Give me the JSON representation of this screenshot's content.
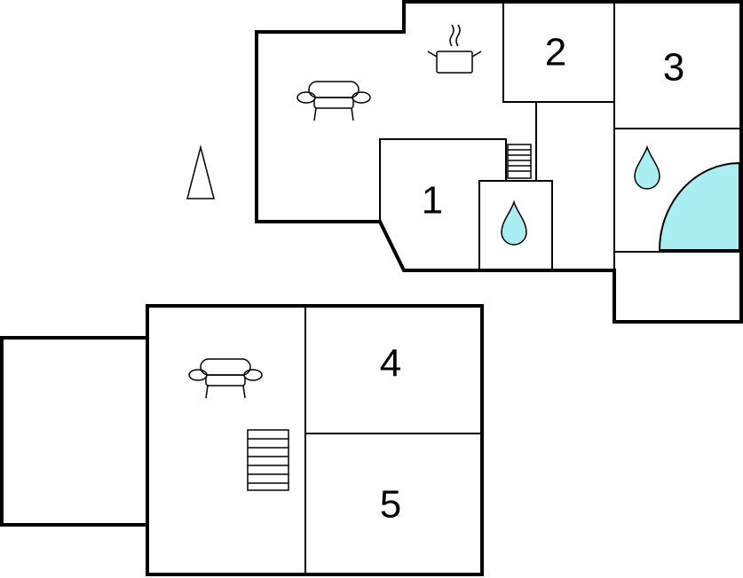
{
  "floor_plan": {
    "colors": {
      "wall": "#000000",
      "water": "#aaeef2",
      "background": "#ffffff"
    },
    "upper_floor": {
      "rooms": [
        {
          "id": "room-1",
          "label": "1"
        },
        {
          "id": "room-2",
          "label": "2"
        },
        {
          "id": "room-3",
          "label": "3"
        }
      ],
      "icons": [
        "sofa-icon",
        "cooking-pot-icon",
        "stairs-icon",
        "water-drop-icon",
        "water-drop-icon",
        "bathtub-icon"
      ]
    },
    "lower_floor": {
      "rooms": [
        {
          "id": "room-4",
          "label": "4"
        },
        {
          "id": "room-5",
          "label": "5"
        }
      ],
      "icons": [
        "sofa-icon",
        "stairs-icon"
      ]
    },
    "north_arrow": "north-arrow-icon"
  }
}
